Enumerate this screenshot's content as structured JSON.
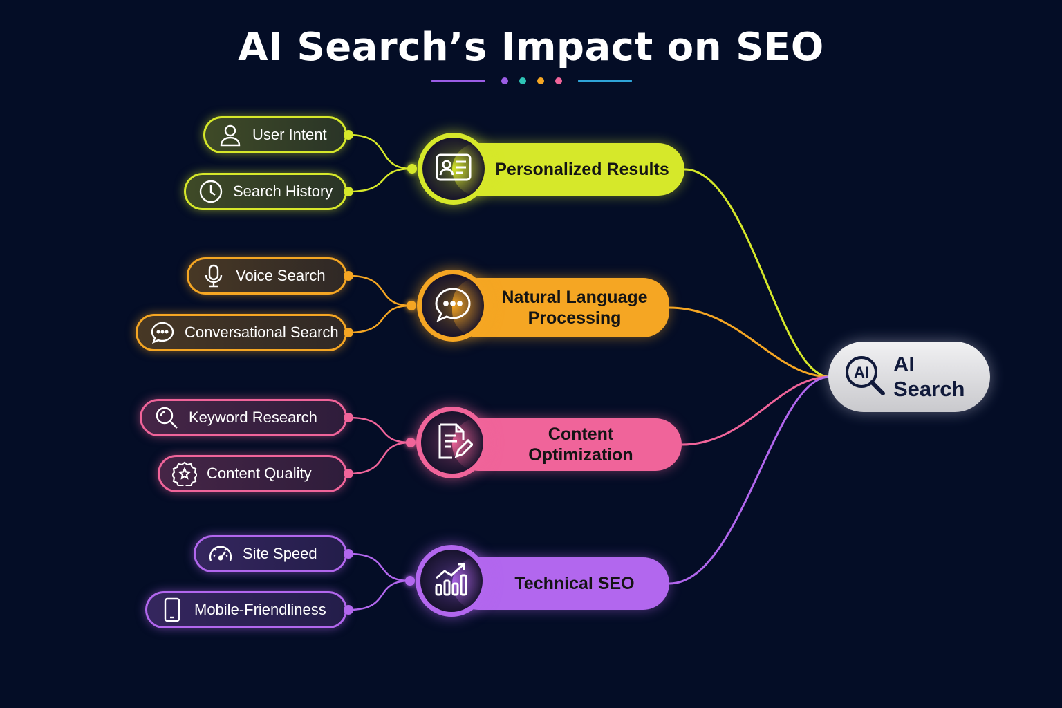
{
  "title": "AI Search’s Impact on SEO",
  "hub": {
    "label": "AI Search",
    "icon_text": "AI",
    "icon": "ai-search-icon"
  },
  "categories": [
    {
      "label": "Personalized Results",
      "color": "#d6e82a",
      "icon": "profile-card-icon",
      "items": [
        {
          "label": "User Intent",
          "icon": "user-icon"
        },
        {
          "label": "Search History",
          "icon": "clock-icon"
        }
      ]
    },
    {
      "label": "Natural Language\nProcessing",
      "color": "#f5a623",
      "icon": "chat-bubble-icon",
      "items": [
        {
          "label": "Voice Search",
          "icon": "microphone-icon"
        },
        {
          "label": "Conversational Search",
          "icon": "chat-icon"
        }
      ]
    },
    {
      "label": "Content Optimization",
      "color": "#f0649a",
      "icon": "document-edit-icon",
      "items": [
        {
          "label": "Keyword Research",
          "icon": "magnifier-icon"
        },
        {
          "label": "Content Quality",
          "icon": "badge-star-icon"
        }
      ]
    },
    {
      "label": "Technical SEO",
      "color": "#b267ee",
      "icon": "growth-chart-icon",
      "items": [
        {
          "label": "Site Speed",
          "icon": "speedometer-icon"
        },
        {
          "label": "Mobile-Friendliness",
          "icon": "phone-icon"
        }
      ]
    }
  ],
  "decoration_colors": [
    "#9b5de5",
    "#2ec4b6",
    "#f5a623",
    "#f0649a",
    "#2fa4d8"
  ]
}
